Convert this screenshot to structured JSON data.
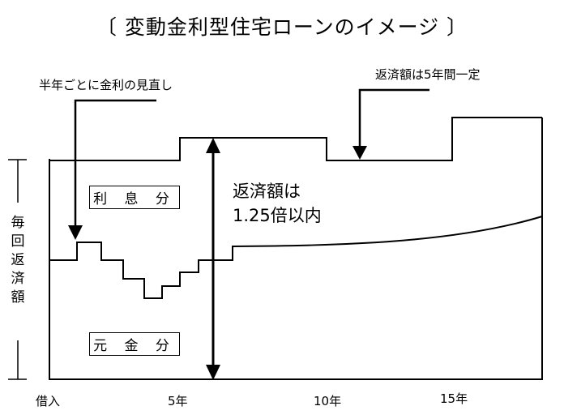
{
  "title": "〔 変動金利型住宅ローンのイメージ 〕",
  "annotations": {
    "review": "半年ごとに金利の見直し",
    "fixed": "返済額は5年間一定",
    "limit_line1": "返済額は",
    "limit_line2": "1.25倍以内"
  },
  "regions": {
    "interest": "利 息 分",
    "principal": "元 金 分"
  },
  "y_label": [
    "毎",
    "回",
    "返",
    "済",
    "額"
  ],
  "x_ticks": [
    "借入",
    "5年",
    "10年",
    "15年"
  ]
}
